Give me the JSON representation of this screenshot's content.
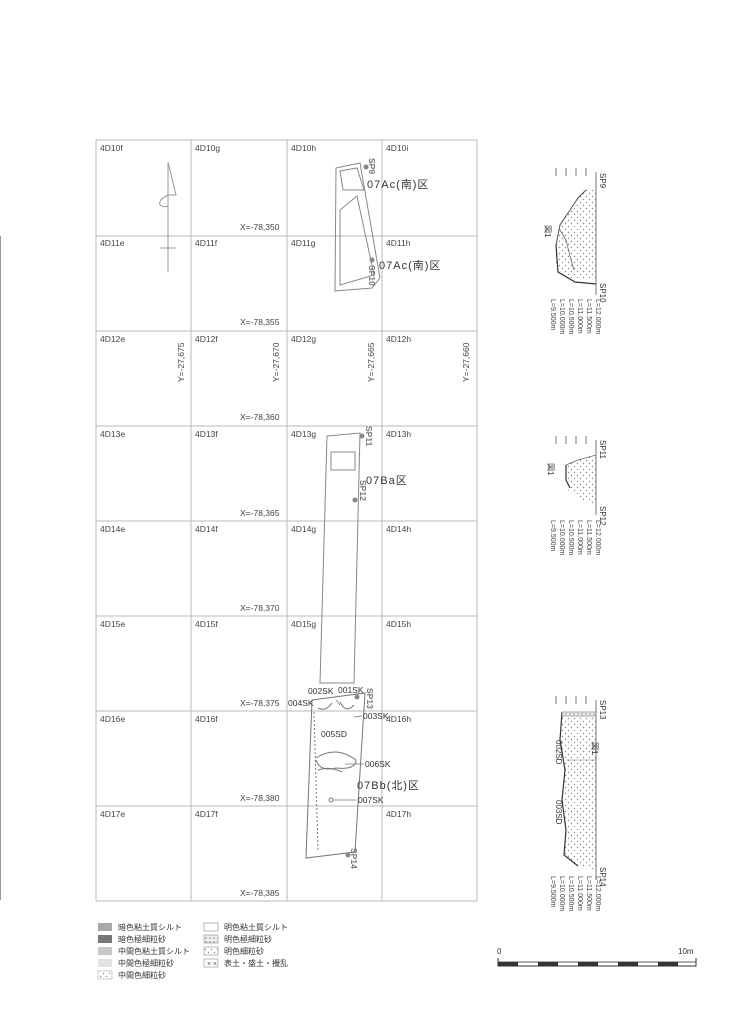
{
  "grid": {
    "rows": [
      [
        "4D10f",
        "4D10g",
        "4D10h",
        "4D10i"
      ],
      [
        "4D11e",
        "4D11f",
        "4D11g",
        "4D11h"
      ],
      [
        "4D12e",
        "4D12f",
        "4D12g",
        "4D12h"
      ],
      [
        "4D13e",
        "4D13f",
        "4D13g",
        "4D13h"
      ],
      [
        "4D14e",
        "4D14f",
        "4D14g",
        "4D14h"
      ],
      [
        "4D15e",
        "4D15f",
        "4D15g",
        "4D15h"
      ],
      [
        "4D16e",
        "4D16f",
        "",
        "4D16h"
      ],
      [
        "4D17e",
        "4D17f",
        "",
        "4D17h"
      ]
    ],
    "x_coords": [
      "X=-78,350",
      "X=-78,355",
      "X=-78,360",
      "X=-78,365",
      "X=-78,370",
      "X=-78,375",
      "X=-78,380",
      "X=-78,385"
    ],
    "y_coords": [
      "Y=-27,675",
      "Y=-27,670",
      "Y=-27,665",
      "Y=-27,660"
    ]
  },
  "areas": {
    "a1": "07Ac(南)区",
    "a2": "07Ac(南)区",
    "b1": "07Ba区",
    "b2": "07Bb(北)区"
  },
  "features": {
    "f002": "002SK",
    "f001": "001SK",
    "f004": "004SK",
    "f003": "003SK",
    "f005": "005SD",
    "f006": "006SK",
    "f007": "007SK"
  },
  "points": {
    "sp9": "SP9",
    "sp10": "SP10",
    "sp11": "SP11",
    "sp12": "SP12",
    "sp13": "SP13",
    "sp14": "SP14"
  },
  "sections": {
    "s1": {
      "top": "SP9",
      "bottom": "SP10",
      "label": "図1",
      "elevs": [
        "L=12.000m",
        "L=11.500m",
        "L=11.000m",
        "L=10.500m",
        "L=10.000m",
        "L=9.500m"
      ]
    },
    "s2": {
      "top": "SP11",
      "bottom": "SP12",
      "label": "図1",
      "elevs": [
        "L=12.000m",
        "L=11.500m",
        "L=11.000m",
        "L=10.500m",
        "L=10.000m",
        "L=9.500m"
      ]
    },
    "s3": {
      "top": "SP13",
      "bottom": "SP14",
      "label": "図1",
      "labels_sd": [
        "002SD",
        "003SD"
      ],
      "elevs": [
        "L=12.000m",
        "L=11.500m",
        "L=11.000m",
        "L=10.500m",
        "L=10.000m",
        "L=9.500m"
      ]
    }
  },
  "legend": {
    "items": [
      "暗色粘土質シルト",
      "暗色極細粒砂",
      "中間色粘土質シルト",
      "中間色極細粒砂",
      "中間色細粒砂",
      "明色粘土質シルト",
      "明色極細粒砂",
      "明色細粒砂",
      "表土・盛土・攪乱"
    ]
  },
  "scale": {
    "start": "0",
    "end": "10m"
  }
}
